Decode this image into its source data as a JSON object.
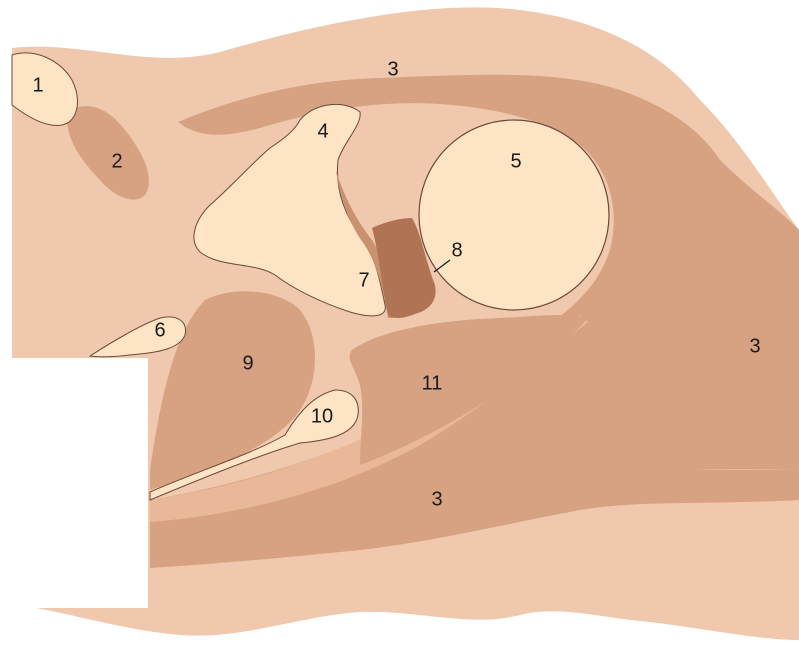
{
  "colors": {
    "background": "#ffffff",
    "skin": "#f0c8ae",
    "fat": "#e8b898",
    "muscle": "#d6a282",
    "muscle_dark": "#c9916f",
    "cartilage": "#fce4c4",
    "dark_tissue": "#b07455",
    "outline": "#6b4a3a"
  },
  "labels": {
    "l1": "1",
    "l2": "2",
    "l3_top": "3",
    "l3_right": "3",
    "l3_bottom": "3",
    "l4": "4",
    "l5": "5",
    "l6": "6",
    "l7": "7",
    "l8": "8",
    "l9": "9",
    "l10": "10",
    "l11": "11"
  }
}
